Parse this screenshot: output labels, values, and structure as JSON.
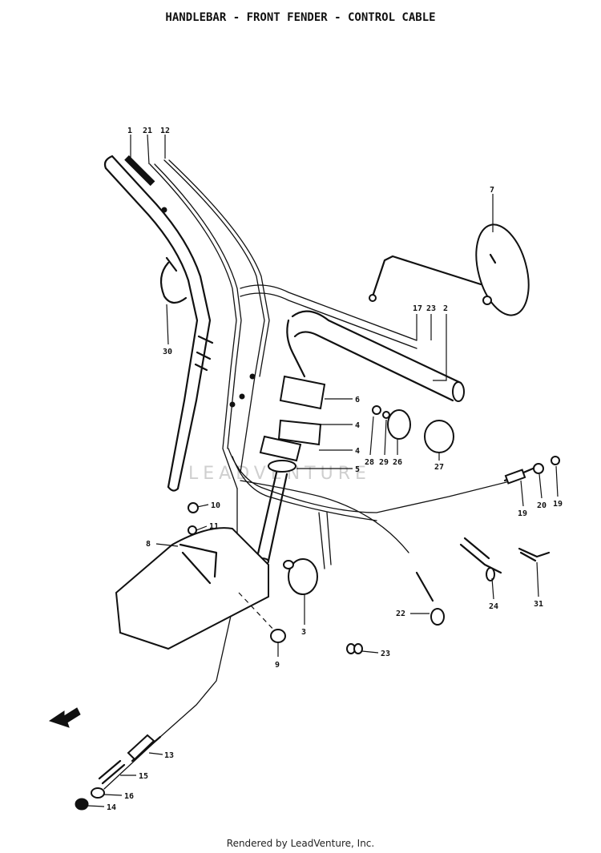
{
  "title": "HANDLEBAR - FRONT FENDER - CONTROL CABLE",
  "footer": "Rendered by LeadVenture, Inc.",
  "watermark": "LEADVENTURE",
  "callouts": {
    "c1": "1",
    "c21a": "21",
    "c12a": "12",
    "c7": "7",
    "c17": "17",
    "c23a": "23",
    "c2": "2",
    "c30": "30",
    "c6": "6",
    "c4a": "4",
    "c4b": "4",
    "c5": "5",
    "c28": "28",
    "c29": "29",
    "c26": "26",
    "c27": "27",
    "c19a": "19",
    "c20": "20",
    "c19b": "19",
    "c10": "10",
    "c11": "11",
    "c8": "8",
    "c3": "3",
    "c22": "22",
    "c24": "24",
    "c31": "31",
    "c9": "9",
    "c23b": "23",
    "c13": "13",
    "c15": "15",
    "c16": "16",
    "c14": "14"
  }
}
